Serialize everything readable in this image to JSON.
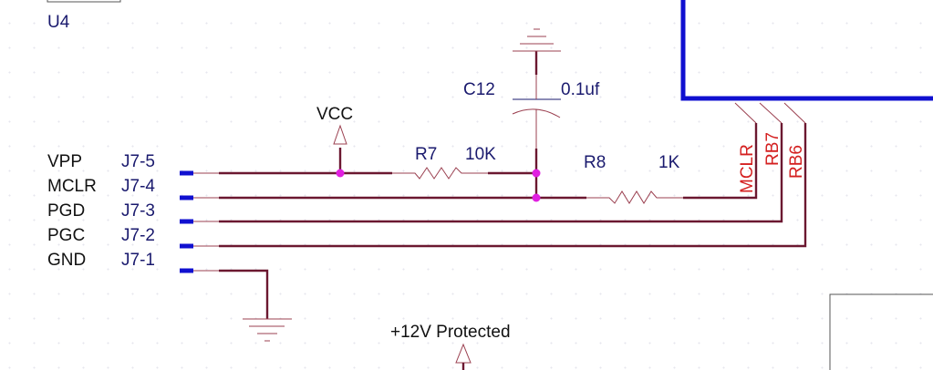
{
  "title": "Programming header schematic",
  "ref_u4": "U4",
  "connector": {
    "pins": [
      {
        "signal": "VPP",
        "pin": "J7-5"
      },
      {
        "signal": "MCLR",
        "pin": "J7-4"
      },
      {
        "signal": "PGD",
        "pin": "J7-3"
      },
      {
        "signal": "PGC",
        "pin": "J7-2"
      },
      {
        "signal": "GND",
        "pin": "J7-1"
      }
    ]
  },
  "vcc_label": "VCC",
  "r7": {
    "ref": "R7",
    "value": "10K"
  },
  "r8": {
    "ref": "R8",
    "value": "1K"
  },
  "c12": {
    "ref": "C12",
    "value": "0.1uf"
  },
  "ic_pins": [
    "MCLR",
    "RB7",
    "RB6"
  ],
  "power_label": "+12V Protected",
  "colors": {
    "wire": "#6b1830",
    "pin": "#1010d0",
    "junction": "#e020e0",
    "net_label": "#d42020",
    "ref": "#1a1a6e"
  }
}
